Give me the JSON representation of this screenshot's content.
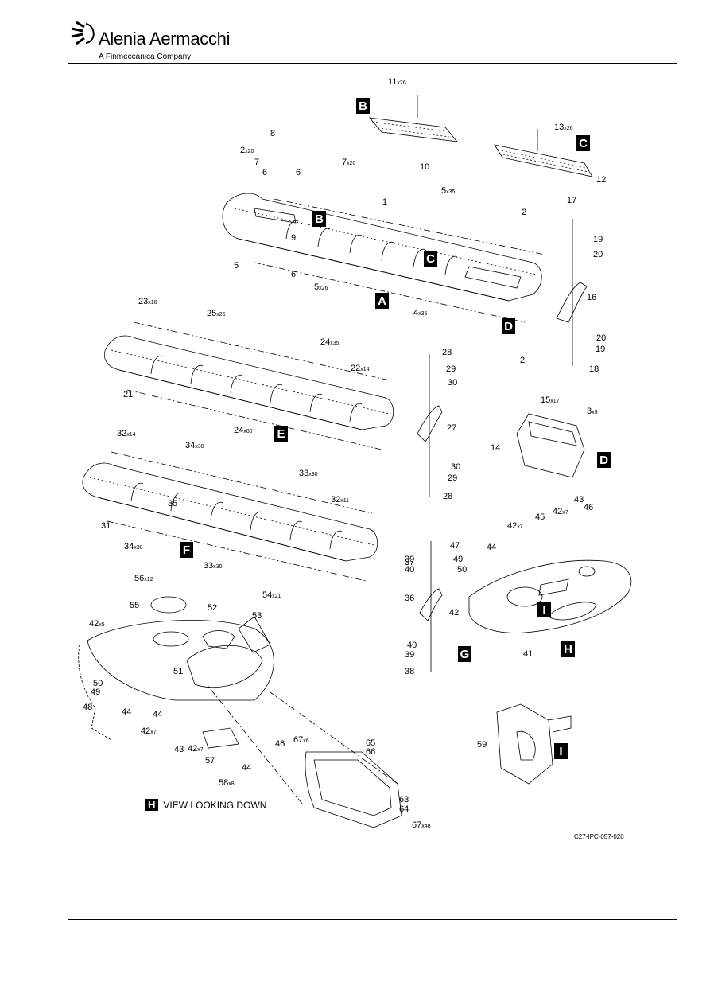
{
  "header": {
    "brand": "Alenia Aermacchi",
    "company": "A Finmeccanica Company"
  },
  "figure": {
    "reference": "C27-IPC-057-020",
    "view_caption": "VIEW LOOKING DOWN",
    "view_letter": "H"
  },
  "callouts": [
    {
      "id": "l1",
      "num": "11",
      "qty": "x26"
    },
    {
      "id": "l10",
      "num": "10",
      "qty": ""
    },
    {
      "id": "l13",
      "num": "13",
      "qty": "x26"
    },
    {
      "id": "l12",
      "num": "12",
      "qty": ""
    },
    {
      "id": "l8",
      "num": "8",
      "qty": ""
    },
    {
      "id": "l2a",
      "num": "2",
      "qty": "x20"
    },
    {
      "id": "l7a",
      "num": "7",
      "qty": ""
    },
    {
      "id": "l6a",
      "num": "6",
      "qty": ""
    },
    {
      "id": "l6b",
      "num": "6",
      "qty": ""
    },
    {
      "id": "l7b",
      "num": "7",
      "qty": "x20"
    },
    {
      "id": "l1m",
      "num": "1",
      "qty": ""
    },
    {
      "id": "l5a",
      "num": "5",
      "qty": "x35"
    },
    {
      "id": "l2b",
      "num": "2",
      "qty": ""
    },
    {
      "id": "l17",
      "num": "17",
      "qty": ""
    },
    {
      "id": "l19a",
      "num": "19",
      "qty": ""
    },
    {
      "id": "l20a",
      "num": "20",
      "qty": ""
    },
    {
      "id": "l9",
      "num": "9",
      "qty": ""
    },
    {
      "id": "l5b",
      "num": "5",
      "qty": ""
    },
    {
      "id": "l6c",
      "num": "6",
      "qty": ""
    },
    {
      "id": "l5c",
      "num": "5",
      "qty": "x26"
    },
    {
      "id": "l16",
      "num": "16",
      "qty": ""
    },
    {
      "id": "l4",
      "num": "4",
      "qty": "x35"
    },
    {
      "id": "l20b",
      "num": "20",
      "qty": ""
    },
    {
      "id": "l19b",
      "num": "19",
      "qty": ""
    },
    {
      "id": "l2c",
      "num": "2",
      "qty": ""
    },
    {
      "id": "l18",
      "num": "18",
      "qty": ""
    },
    {
      "id": "l23",
      "num": "23",
      "qty": "x16"
    },
    {
      "id": "l25",
      "num": "25",
      "qty": "x25"
    },
    {
      "id": "l24a",
      "num": "24",
      "qty": "x35"
    },
    {
      "id": "l22",
      "num": "22",
      "qty": "x14"
    },
    {
      "id": "l28a",
      "num": "28",
      "qty": ""
    },
    {
      "id": "l29a",
      "num": "29",
      "qty": ""
    },
    {
      "id": "l30a",
      "num": "30",
      "qty": ""
    },
    {
      "id": "l21",
      "num": "21",
      "qty": ""
    },
    {
      "id": "l15",
      "num": "15",
      "qty": "x17"
    },
    {
      "id": "l3",
      "num": "3",
      "qty": "x9"
    },
    {
      "id": "l24b",
      "num": "24",
      "qty": "x60"
    },
    {
      "id": "l27",
      "num": "27",
      "qty": ""
    },
    {
      "id": "l14",
      "num": "14",
      "qty": ""
    },
    {
      "id": "l32a",
      "num": "32",
      "qty": "x14"
    },
    {
      "id": "l34a",
      "num": "34",
      "qty": "x30"
    },
    {
      "id": "l30b",
      "num": "30",
      "qty": ""
    },
    {
      "id": "l29b",
      "num": "29",
      "qty": ""
    },
    {
      "id": "l33a",
      "num": "33",
      "qty": "x30"
    },
    {
      "id": "l28b",
      "num": "28",
      "qty": ""
    },
    {
      "id": "l32b",
      "num": "32",
      "qty": "x11"
    },
    {
      "id": "l35",
      "num": "35",
      "qty": ""
    },
    {
      "id": "l31",
      "num": "31",
      "qty": ""
    },
    {
      "id": "l43a",
      "num": "43",
      "qty": ""
    },
    {
      "id": "l46a",
      "num": "46",
      "qty": ""
    },
    {
      "id": "l42a",
      "num": "42",
      "qty": "x7"
    },
    {
      "id": "l45",
      "num": "45",
      "qty": ""
    },
    {
      "id": "l42b",
      "num": "42",
      "qty": "x7"
    },
    {
      "id": "l34b",
      "num": "34",
      "qty": "x30"
    },
    {
      "id": "l33b",
      "num": "33",
      "qty": "x30"
    },
    {
      "id": "l37",
      "num": "37",
      "qty": ""
    },
    {
      "id": "l47",
      "num": "47",
      "qty": ""
    },
    {
      "id": "l44a",
      "num": "44",
      "qty": ""
    },
    {
      "id": "l39a",
      "num": "39",
      "qty": ""
    },
    {
      "id": "l49a",
      "num": "49",
      "qty": ""
    },
    {
      "id": "l40a",
      "num": "40",
      "qty": ""
    },
    {
      "id": "l50a",
      "num": "50",
      "qty": ""
    },
    {
      "id": "l56",
      "num": "56",
      "qty": "x12"
    },
    {
      "id": "l54",
      "num": "54",
      "qty": "x21"
    },
    {
      "id": "l36",
      "num": "36",
      "qty": ""
    },
    {
      "id": "l55",
      "num": "55",
      "qty": ""
    },
    {
      "id": "l52",
      "num": "52",
      "qty": ""
    },
    {
      "id": "l53",
      "num": "53",
      "qty": ""
    },
    {
      "id": "l42c",
      "num": "42",
      "qty": ""
    },
    {
      "id": "l42d",
      "num": "42",
      "qty": "x5"
    },
    {
      "id": "l40b",
      "num": "40",
      "qty": ""
    },
    {
      "id": "l41",
      "num": "41",
      "qty": ""
    },
    {
      "id": "l39b",
      "num": "39",
      "qty": ""
    },
    {
      "id": "l38",
      "num": "38",
      "qty": ""
    },
    {
      "id": "l51",
      "num": "51",
      "qty": ""
    },
    {
      "id": "l50b",
      "num": "50",
      "qty": ""
    },
    {
      "id": "l49b",
      "num": "49",
      "qty": ""
    },
    {
      "id": "l48",
      "num": "48",
      "qty": ""
    },
    {
      "id": "l44b",
      "num": "44",
      "qty": ""
    },
    {
      "id": "l44c",
      "num": "44",
      "qty": ""
    },
    {
      "id": "l42e",
      "num": "42",
      "qty": "x7"
    },
    {
      "id": "l43b",
      "num": "43",
      "qty": ""
    },
    {
      "id": "l42f",
      "num": "42",
      "qty": "x7"
    },
    {
      "id": "l57",
      "num": "57",
      "qty": ""
    },
    {
      "id": "l44d",
      "num": "44",
      "qty": ""
    },
    {
      "id": "l46b",
      "num": "46",
      "qty": ""
    },
    {
      "id": "l58",
      "num": "58",
      "qty": "x8"
    },
    {
      "id": "l67a",
      "num": "67",
      "qty": "x6"
    },
    {
      "id": "l65",
      "num": "65",
      "qty": ""
    },
    {
      "id": "l66",
      "num": "66",
      "qty": ""
    },
    {
      "id": "l59",
      "num": "59",
      "qty": ""
    },
    {
      "id": "l63",
      "num": "63",
      "qty": ""
    },
    {
      "id": "l64",
      "num": "64",
      "qty": ""
    },
    {
      "id": "l67b",
      "num": "67",
      "qty": "x48"
    }
  ],
  "view_letters": [
    {
      "id": "vB1",
      "letter": "B"
    },
    {
      "id": "vC1",
      "letter": "C"
    },
    {
      "id": "vB2",
      "letter": "B"
    },
    {
      "id": "vC2",
      "letter": "C"
    },
    {
      "id": "vA",
      "letter": "A"
    },
    {
      "id": "vD1",
      "letter": "D"
    },
    {
      "id": "vE",
      "letter": "E"
    },
    {
      "id": "vD2",
      "letter": "D"
    },
    {
      "id": "vF",
      "letter": "F"
    },
    {
      "id": "vI1",
      "letter": "I"
    },
    {
      "id": "vG",
      "letter": "G"
    },
    {
      "id": "vH1",
      "letter": "H"
    },
    {
      "id": "vI2",
      "letter": "I"
    }
  ],
  "colors": {
    "ink": "#000000",
    "paper": "#ffffff",
    "shade": "#bfbfbf"
  }
}
